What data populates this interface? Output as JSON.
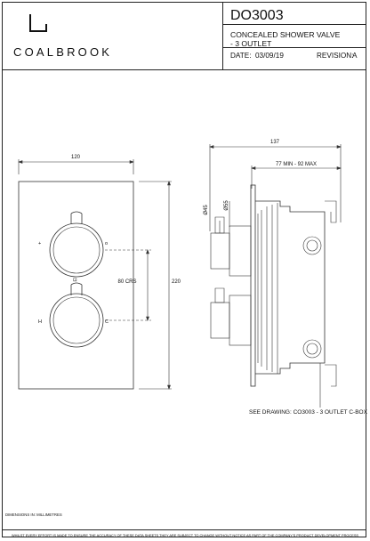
{
  "title_block": {
    "brand": "COALBROOK",
    "code": "DO3003",
    "description_line1": "CONCEALED SHOWER VALVE",
    "description_line2": "- 3 OUTLET",
    "date_label": "DATE:",
    "date": "03/09/19",
    "revision_label": "REVISION:",
    "revision": "A"
  },
  "front_view": {
    "width_dim": "120",
    "height_dim": "220",
    "centres_dim": "80 CRS",
    "upper_left_mark": "+",
    "upper_right_mark": "o",
    "middle_mark": "⊡",
    "lower_left_mark": "H",
    "lower_right_mark": "C"
  },
  "side_view": {
    "overall_depth": "137",
    "install_depth": "77 MIN - 92 MAX",
    "dia_large": "Ø45",
    "dia_small": "Ø55",
    "reference_note": "SEE DRAWING: CO3003 - 3 OUTLET C-BOX"
  },
  "units_note": "DIMENSIONS IN: MILLIMETRES",
  "disclaimer": "WHILST EVERY EFFORT IS MADE TO ENSURE THE ACCURACY OF THESE DATA SHEETS THEY ARE SUBJECT TO CHANGE WITHOUT NOTICE AS PART OF THE COMPANY'S PRODUCT DEVELOPMENT PROCESS"
}
